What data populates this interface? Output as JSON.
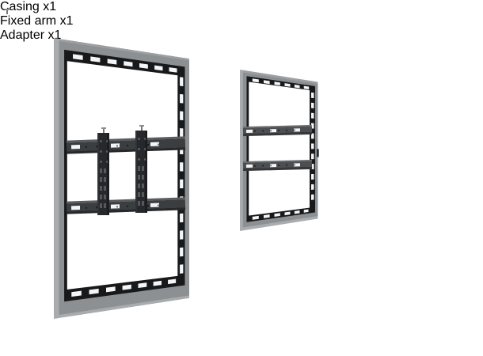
{
  "page": {
    "background": "#ffffff"
  },
  "labels": {
    "casing": "Casing x1",
    "fixed_arm": "Fixed arm x1",
    "adapter": "Adapter x1"
  },
  "parts": [
    {
      "name": "assembled-mount",
      "label": ""
    },
    {
      "name": "casing",
      "label": "Casing x1",
      "quantity": 1
    },
    {
      "name": "fixed-arm",
      "label": "Fixed arm x1",
      "quantity": 1
    },
    {
      "name": "adapter",
      "label": "Adapter x1",
      "quantity": 1
    }
  ],
  "colors": {
    "page_bg": "#ffffff",
    "frame_gray": "#8d9092",
    "frame_gray_light": "#a9acae",
    "frame_top_light": "#9da0a2",
    "frame_dark": "#17191b",
    "slot_white": "#f4f5f6",
    "rail_dark": "#3b3e41",
    "rail_light": "#5a5d60",
    "bracket_dark": "#26282b",
    "arm_gray": "#828588",
    "adapter_gray": "#686b6e",
    "label_color": "#1c1c1c"
  }
}
